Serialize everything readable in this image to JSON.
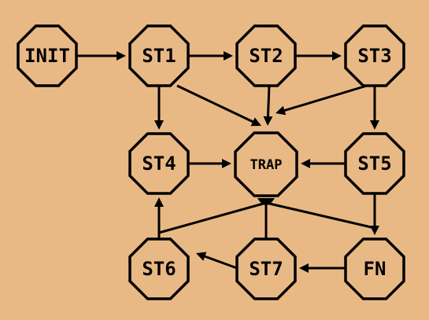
{
  "diagram": {
    "background": "#e9b985",
    "nodes": [
      {
        "id": "init",
        "label": "INIT"
      },
      {
        "id": "st1",
        "label": "ST1"
      },
      {
        "id": "st2",
        "label": "ST2"
      },
      {
        "id": "st3",
        "label": "ST3"
      },
      {
        "id": "st4",
        "label": "ST4"
      },
      {
        "id": "trap",
        "label": "TRAP"
      },
      {
        "id": "st5",
        "label": "ST5"
      },
      {
        "id": "st6",
        "label": "ST6"
      },
      {
        "id": "st7",
        "label": "ST7"
      },
      {
        "id": "fn",
        "label": "FN"
      }
    ],
    "edges": [
      {
        "from": "init",
        "to": "st1"
      },
      {
        "from": "st1",
        "to": "st2"
      },
      {
        "from": "st2",
        "to": "st3"
      },
      {
        "from": "st1",
        "to": "st4"
      },
      {
        "from": "st1",
        "to": "trap"
      },
      {
        "from": "st2",
        "to": "trap"
      },
      {
        "from": "st3",
        "to": "trap"
      },
      {
        "from": "st3",
        "to": "st5"
      },
      {
        "from": "st4",
        "to": "trap"
      },
      {
        "from": "st5",
        "to": "trap"
      },
      {
        "from": "st5",
        "to": "fn"
      },
      {
        "from": "fn",
        "to": "st7"
      },
      {
        "from": "st7",
        "to": "st6"
      },
      {
        "from": "st6",
        "to": "st4"
      },
      {
        "from": "st6",
        "to": "trap"
      },
      {
        "from": "st7",
        "to": "trap"
      },
      {
        "from": "fn",
        "to": "trap"
      }
    ]
  }
}
